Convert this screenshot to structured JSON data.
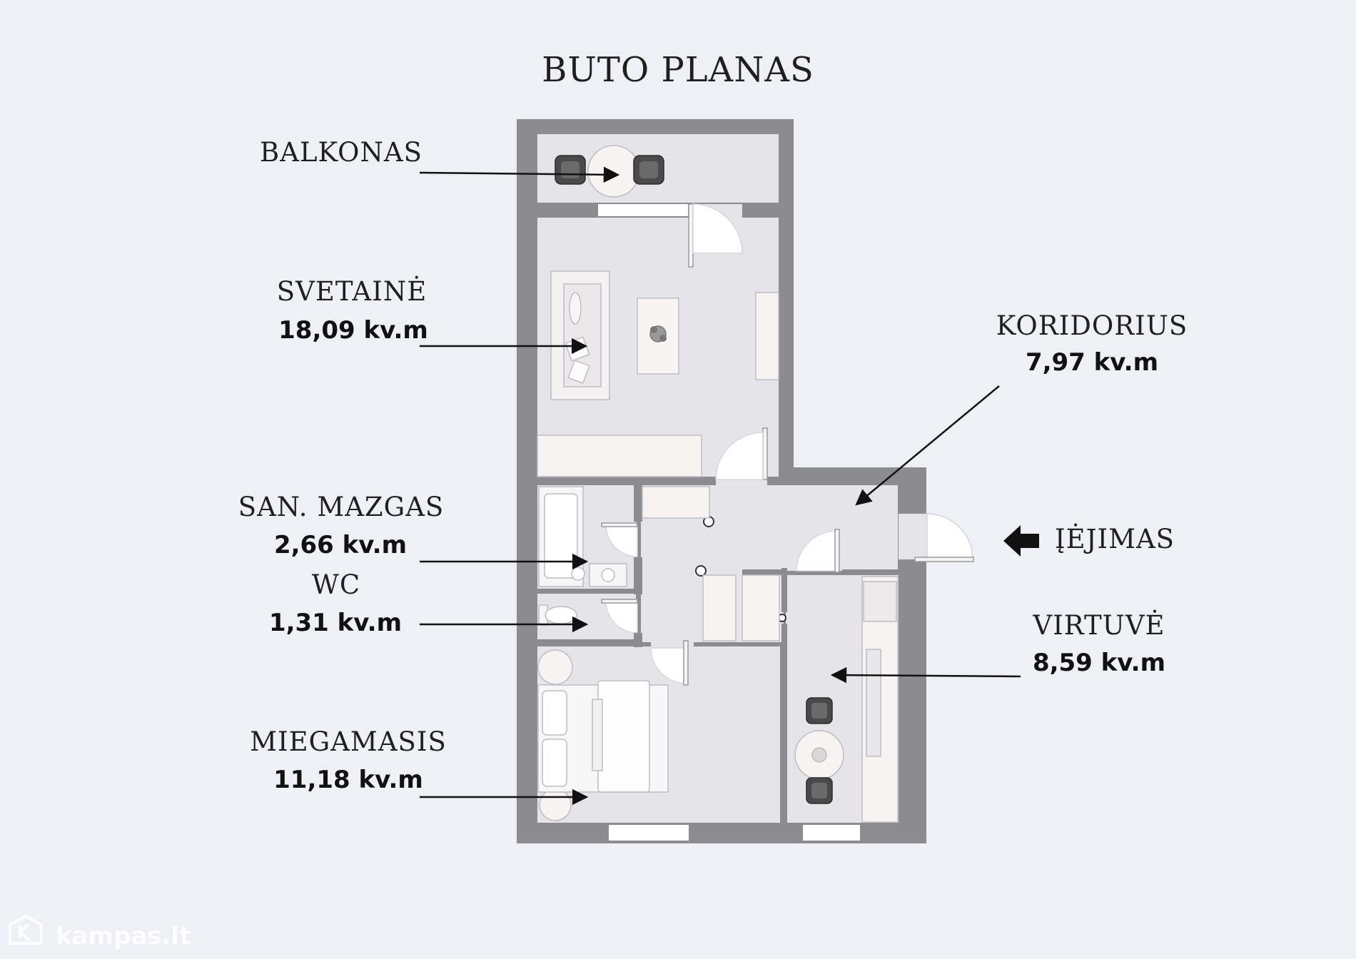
{
  "title": "BUTO PLANAS",
  "rooms": {
    "balkonas": {
      "name": "BALKONAS"
    },
    "svetaine": {
      "name": "SVETAINĖ",
      "area": "18,09 kv.m"
    },
    "koridorius": {
      "name": "KORIDORIUS",
      "area": "7,97 kv.m"
    },
    "san_mazgas": {
      "name": "SAN. MAZGAS",
      "area": "2,66 kv.m"
    },
    "wc": {
      "name": "WC",
      "area": "1,31 kv.m"
    },
    "virtuve": {
      "name": "VIRTUVĖ",
      "area": "8,59 kv.m"
    },
    "miegamasis": {
      "name": "MIEGAMASIS",
      "area": "11,18 kv.m"
    }
  },
  "entrance": {
    "label": "ĮĖJIMAS"
  },
  "watermark": {
    "text": "kampas.lt"
  },
  "colors": {
    "background": "#eef0f6",
    "wall": "#8c8c90",
    "floor": "#e5e5e9",
    "furniture": "#f3f1f1",
    "text": "#111111"
  }
}
